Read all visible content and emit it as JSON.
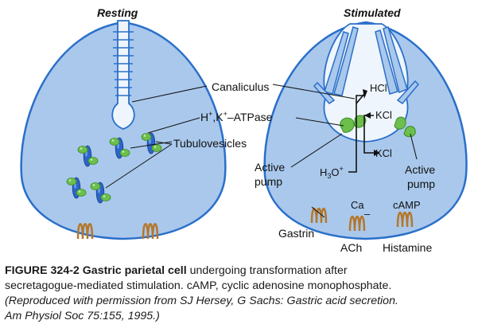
{
  "figure": {
    "panel_left_title": "Resting",
    "panel_right_title": "Stimulated",
    "labels": {
      "canaliculus": "Canaliculus",
      "pump_h": "H",
      "pump_sup": "+",
      "pump_k": ",K",
      "pump_sup2": "+",
      "pump_rest": "–ATPase",
      "tubulovesicles": "Tubulovesicles",
      "active_pump_left_1": "Active",
      "active_pump_left_2": "pump",
      "active_pump_right_1": "Active",
      "active_pump_right_2": "pump",
      "hcl": "HCl",
      "kcl_top": "KCl",
      "kcl_bottom": "KCl",
      "h3o": "H",
      "h3o_sub": "3",
      "h3o_o": "O",
      "h3o_sup": "+",
      "ca": "Ca",
      "minus": "–",
      "camp": "cAMP",
      "gastrin": "Gastrin",
      "ach": "ACh",
      "histamine": "Histamine"
    },
    "colors": {
      "cell_fill": "#a9c8ec",
      "cell_edge": "#2a6fc9",
      "canal_fill": "#eef5fc",
      "vesicle": "#2c64c8",
      "pump": "#6bbf4a",
      "receptor": "#b5772a"
    }
  },
  "caption": {
    "title": "FIGURE 324-2 Gastric parietal cell",
    "line1_rest": " undergoing transformation after",
    "line2": "secretagogue-mediated stimulation. cAMP, cyclic adenosine monophosphate.",
    "line3": "(Reproduced with permission from SJ Hersey, G Sachs: Gastric acid secretion.",
    "line4": "Am Physiol Soc 75:155, 1995.)"
  }
}
